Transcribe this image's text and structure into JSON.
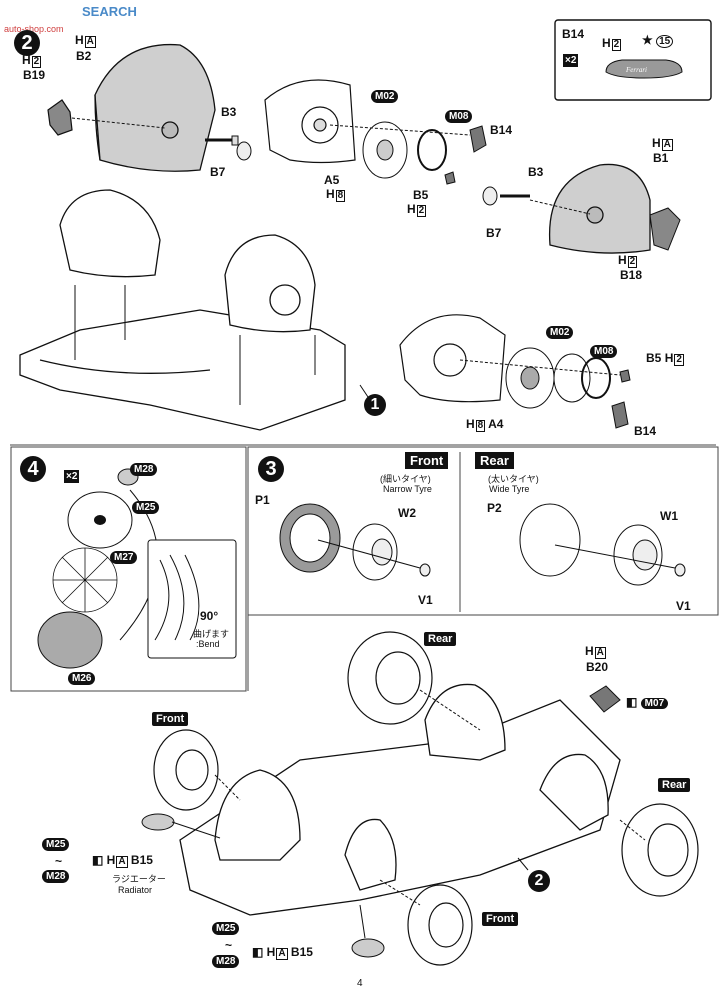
{
  "watermark": {
    "site": "SEARCH",
    "sub": "auto-shop.com"
  },
  "step2": {
    "number": "2",
    "callout": {
      "part": "B14",
      "hbox": "2",
      "h": "H",
      "paint_num": "15",
      "x2": "×2",
      "badge_text": "Ferrari"
    },
    "labels": {
      "B2": "B2",
      "B19": "B19",
      "B3a": "B3",
      "B7a": "B7",
      "A5": "A5",
      "H8a": "8",
      "M02a": "M02",
      "M08a": "M08",
      "B14a": "B14",
      "B5a": "B5",
      "H2a": "2",
      "B3b": "B3",
      "B1": "B1",
      "B7b": "B7",
      "B18": "B18",
      "M02b": "M02",
      "M08b": "M08",
      "B5b": "B5",
      "A4": "A4",
      "B14b": "B14",
      "H": "H",
      "HA": "A",
      "H2": "2",
      "H8": "8"
    },
    "sub_step": "1"
  },
  "step4": {
    "number": "4",
    "x2": "×2",
    "labels": {
      "M28": "M28",
      "M25": "M25",
      "M27": "M27",
      "M26": "M26"
    },
    "bend": {
      "angle": "90°",
      "jp": "曲げます",
      "en": ":Bend"
    }
  },
  "step3": {
    "number": "3",
    "front": {
      "header": "Front",
      "jp": "(細いタイヤ)",
      "en": "Narrow Tyre",
      "tyre": "P1",
      "wheel": "W2",
      "cap": "V1"
    },
    "rear": {
      "header": "Rear",
      "jp": "(太いタイヤ)",
      "en": "Wide Tyre",
      "tyre": "P2",
      "wheel": "W1",
      "cap": "V1"
    }
  },
  "bottom": {
    "tags": {
      "rear1": "Rear",
      "front1": "Front",
      "rear2": "Rear",
      "front2": "Front"
    },
    "B20": {
      "h": "H",
      "hbox": "A",
      "part": "B20",
      "paint": "M07"
    },
    "radiator1": {
      "range_top": "M25",
      "tilde": "~",
      "range_bottom": "M28",
      "h": "H",
      "hbox": "A",
      "part": "B15",
      "jp": "ラジエーター",
      "en": "Radiator"
    },
    "radiator2": {
      "range_top": "M25",
      "tilde": "~",
      "range_bottom": "M28",
      "h": "H",
      "hbox": "A",
      "part": "B15"
    },
    "sub_step": "2"
  },
  "page_number": "4",
  "colors": {
    "ink": "#111111",
    "part_gray": "#cfcfcf",
    "tyre_gray": "#9a9a9a"
  }
}
